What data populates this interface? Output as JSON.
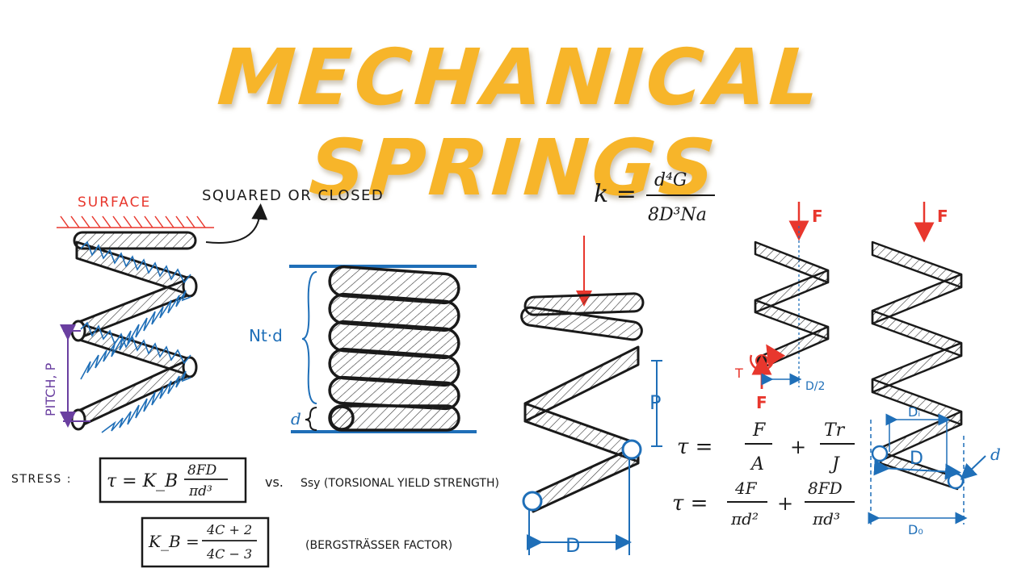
{
  "title": "MECHANICAL SPRINGS",
  "labels": {
    "surface": "SURFACE",
    "squared_or_closed": "SQUARED OR CLOSED",
    "pitch_p": "PITCH, P",
    "solid_height_nt": "Nt·d",
    "solid_height_d": "d",
    "p": "P",
    "d_mean": "D",
    "force_f1": "F",
    "force_f2": "F",
    "force_f_bottom": "F",
    "torque_t": "T",
    "d_half": "D/2",
    "d_wire": "d",
    "d_mean_right": "D",
    "d_outer": "D₀",
    "d_inner": "Dᵢ"
  },
  "formulas": {
    "rate_k": "k =",
    "rate_num": "d⁴G",
    "rate_den": "8D³Na",
    "stress_label": "STRESS :",
    "stress_tau": "τ = K_B",
    "stress_num": "8FD",
    "stress_den": "πd³",
    "vs": "vs.",
    "ssy": "Ssy (TORSIONAL YIELD STRENGTH)",
    "kb_lhs": "K_B =",
    "kb_num": "4C + 2",
    "kb_den": "4C − 3",
    "bergstrasser": "(BERGSTRÄSSER FACTOR)",
    "tau1_lhs": "τ =",
    "tau1_a_num": "F",
    "tau1_a_den": "A",
    "tau1_plus": "+",
    "tau1_b_num": "Tr",
    "tau1_b_den": "J",
    "tau2_lhs": "τ =",
    "tau2_a_num": "4F",
    "tau2_a_den": "πd²",
    "tau2_plus": "+",
    "tau2_b_num": "8FD",
    "tau2_b_den": "πd³"
  },
  "colors": {
    "title": "#f7b52a",
    "red": "#e8372d",
    "blue": "#1f6fb8",
    "purple": "#6a3fa0",
    "ink": "#1a1a1a"
  }
}
